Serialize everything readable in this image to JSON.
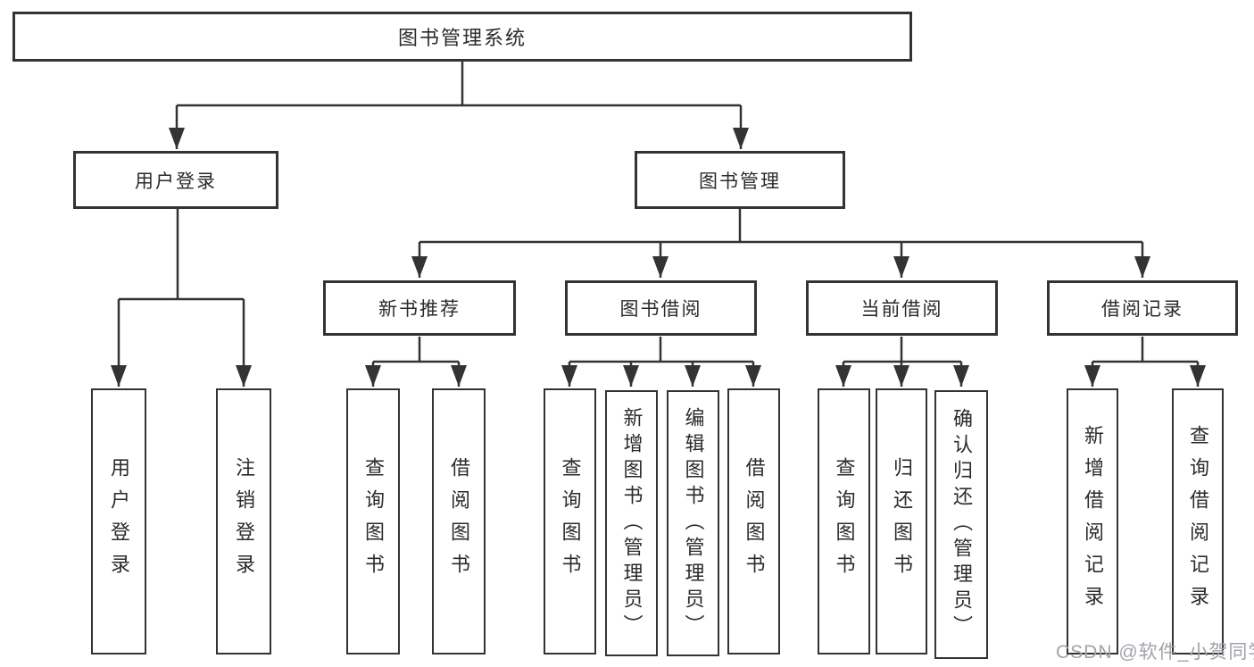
{
  "diagram": {
    "root": {
      "label": "图书管理系统"
    },
    "branches": {
      "user_login": {
        "label": "用户登录",
        "children": [
          {
            "label": "用户登录"
          },
          {
            "label": "注销登录"
          }
        ]
      },
      "book_management": {
        "label": "图书管理",
        "groups": [
          {
            "label": "新书推荐",
            "children": [
              {
                "label": "查询图书"
              },
              {
                "label": "借阅图书"
              }
            ]
          },
          {
            "label": "图书借阅",
            "children": [
              {
                "label": "查询图书"
              },
              {
                "label": "新增图书（管理员）"
              },
              {
                "label": "编辑图书（管理员）"
              },
              {
                "label": "借阅图书"
              }
            ]
          },
          {
            "label": "当前借阅",
            "children": [
              {
                "label": "查询图书"
              },
              {
                "label": "归还图书"
              },
              {
                "label": "确认归还（管理员）"
              }
            ]
          },
          {
            "label": "借阅记录",
            "children": [
              {
                "label": "新增借阅记录"
              },
              {
                "label": "查询借阅记录"
              }
            ]
          }
        ]
      }
    },
    "watermark": "CSDN @软件_小贺同学",
    "colors": {
      "line": "#333333",
      "text": "#2b2b2b",
      "watermark": "#a2a2aa",
      "background": "#ffffff"
    }
  }
}
